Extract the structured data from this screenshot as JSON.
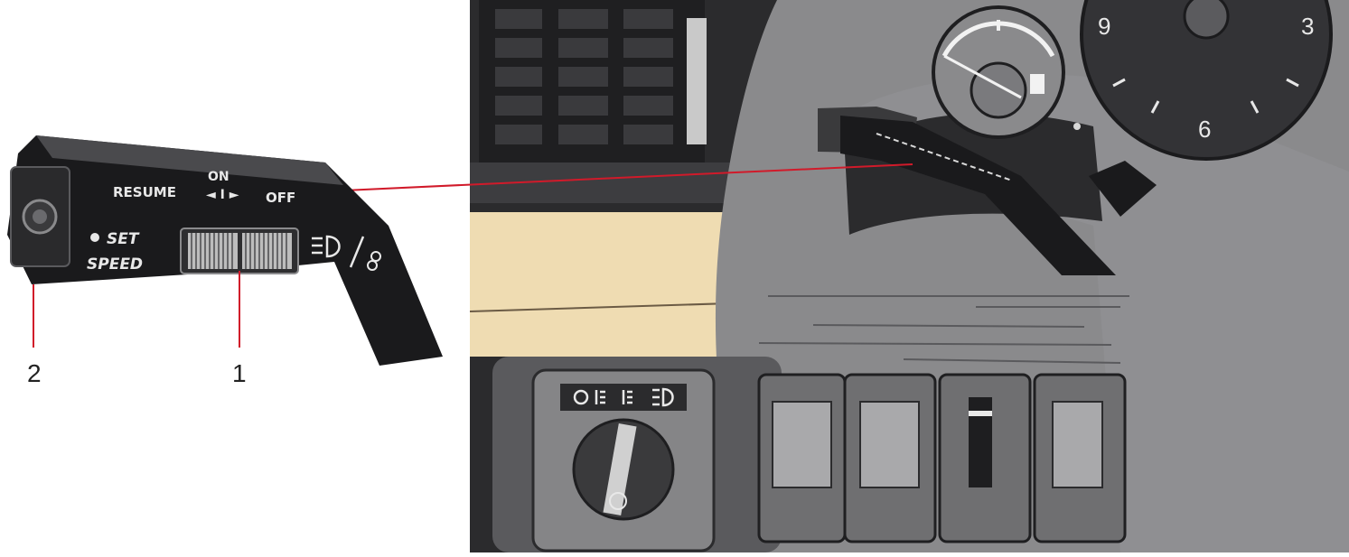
{
  "stalk": {
    "on_label": "ON",
    "resume_label": "RESUME",
    "arrows_label": "◄ I ►",
    "off_label": "OFF",
    "set_label": "SET",
    "speed_label": "SPEED"
  },
  "callouts": [
    {
      "number": "1",
      "target": "rocker switch"
    },
    {
      "number": "2",
      "target": "end button"
    }
  ],
  "clock": {
    "hour_9": "9",
    "hour_3": "3",
    "hour_6": "6"
  },
  "colors": {
    "dashboard_gray": "#8a8a8c",
    "panel_dark": "#2b2b2d",
    "trim_beige": "#efdcb2",
    "callout_line": "#d11a2a"
  }
}
